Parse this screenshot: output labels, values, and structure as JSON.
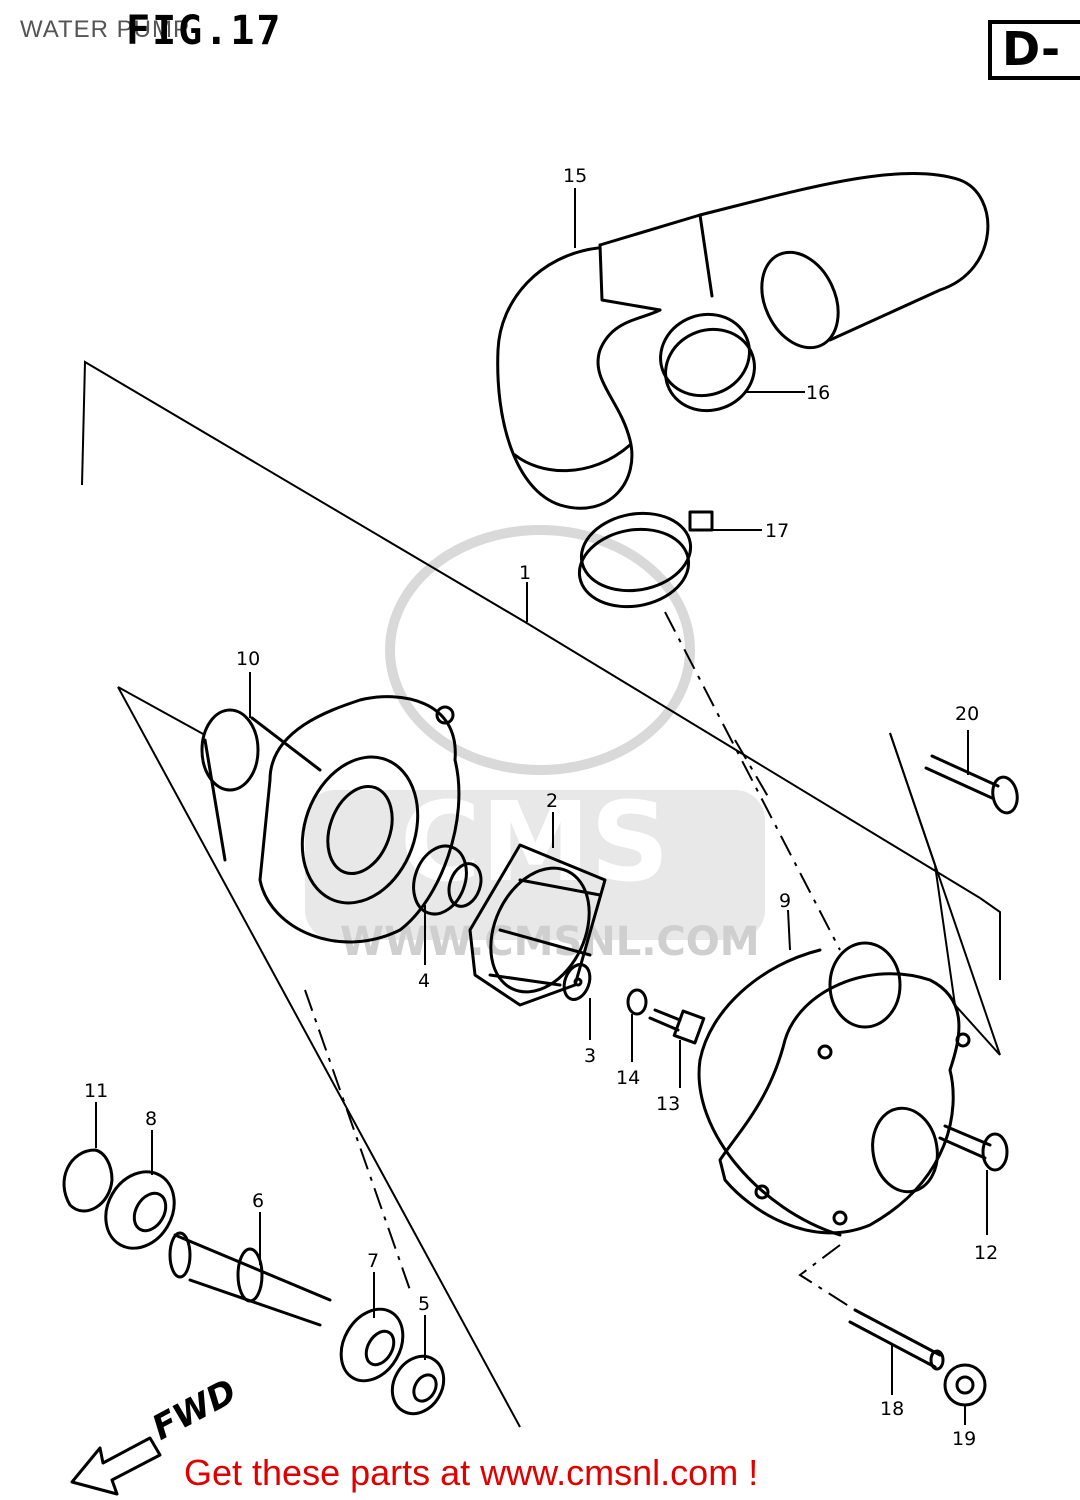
{
  "header": {
    "title": "WATER PUMP",
    "figure_label": "FIG.17",
    "section_label": "D-"
  },
  "callouts": [
    "1",
    "2",
    "3",
    "4",
    "5",
    "6",
    "7",
    "8",
    "9",
    "10",
    "11",
    "12",
    "13",
    "14",
    "15",
    "16",
    "17",
    "18",
    "19",
    "20"
  ],
  "direction_label": "FWD",
  "footer": {
    "text": "Get these parts at www.cmsnl.com !",
    "color": "#e00000"
  },
  "watermark": {
    "brand": "CMS",
    "site": "WWW.CMSNL.COM",
    "color": "#d9d9d9"
  }
}
